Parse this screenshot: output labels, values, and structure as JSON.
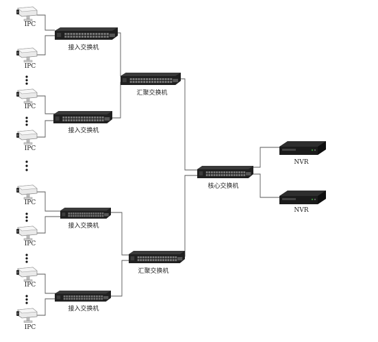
{
  "labels": {
    "ipc": "IPC",
    "access_switch": "接入交换机",
    "aggregation_switch": "汇聚交换机",
    "core_switch": "核心交换机",
    "nvr": "NVR"
  },
  "colors": {
    "wire": "#555555",
    "switch_body": "#1e1e1e",
    "switch_port": "#6a6a6a",
    "camera_body": "#e9e9e9",
    "nvr_body": "#1a1a1a"
  }
}
